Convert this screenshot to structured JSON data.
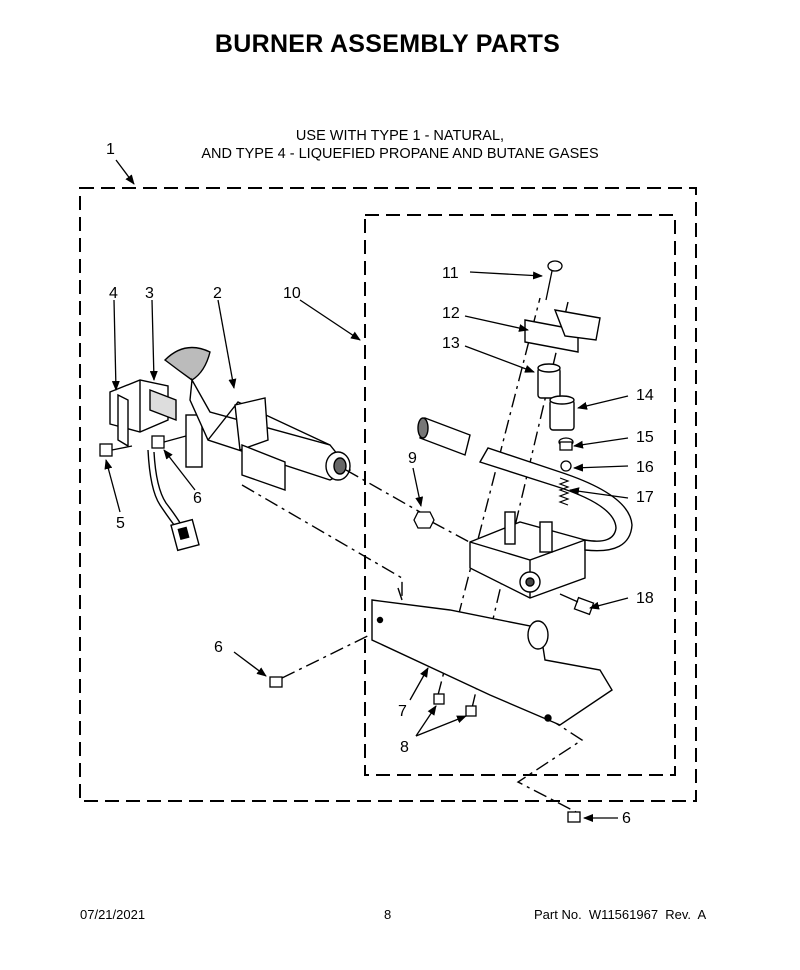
{
  "title": "BURNER ASSEMBLY PARTS",
  "subtitle": {
    "line1": "USE WITH TYPE 1 - NATURAL,",
    "line2": "AND TYPE 4 - LIQUEFIED PROPANE AND BUTANE GASES"
  },
  "callouts": {
    "c1": "1",
    "c2": "2",
    "c3": "3",
    "c4": "4",
    "c5": "5",
    "c6a": "6",
    "c6b": "6",
    "c6c": "6",
    "c7": "7",
    "c8": "8",
    "c9": "9",
    "c10": "10",
    "c11": "11",
    "c12": "12",
    "c13": "13",
    "c14": "14",
    "c15": "15",
    "c16": "16",
    "c17": "17",
    "c18": "18"
  },
  "footer": {
    "date": "07/21/2021",
    "page": "8",
    "part": "Part No.  W11561967  Rev.  A"
  }
}
